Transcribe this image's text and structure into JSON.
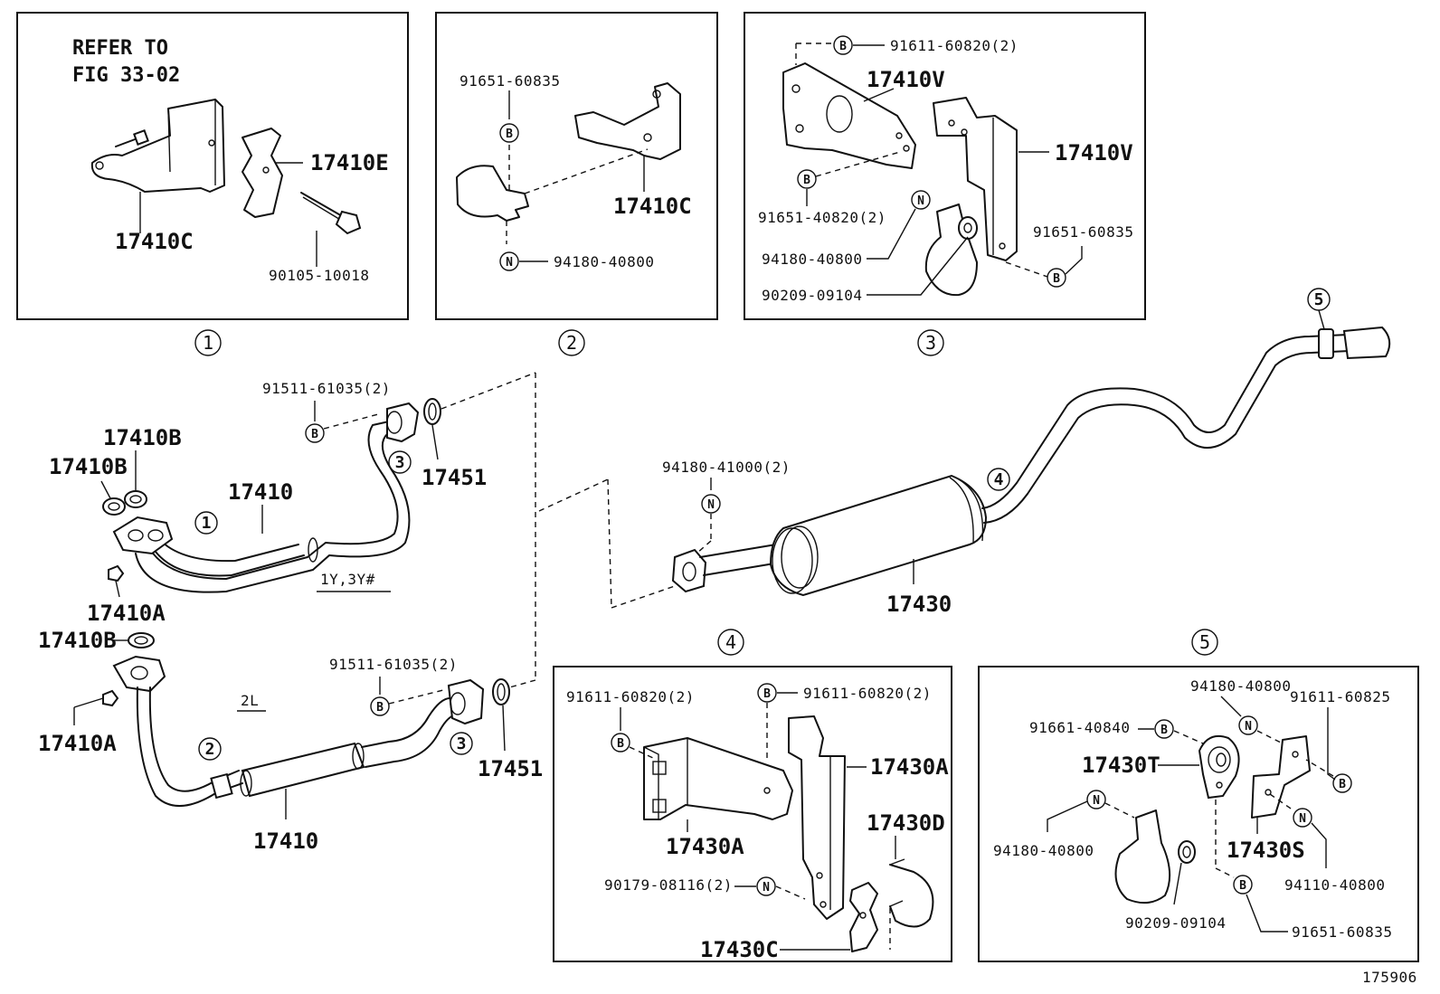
{
  "figure_id": "175906",
  "refer_note": [
    "REFER TO",
    "FIG 33-02"
  ],
  "callout_numbers": [
    "1",
    "2",
    "3",
    "4",
    "5"
  ],
  "engine_labels": {
    "variant_a": "1Y,3Y#",
    "variant_b": "2L"
  },
  "parts": {
    "p17410C": "17410C",
    "p17410E": "17410E",
    "p90105_10018": "90105-10018",
    "p91651_60835": "91651-60835",
    "p94180_40800": "94180-40800",
    "p91611_60820_2": "91611-60820(2)",
    "p17410V": "17410V",
    "p91651_40820_2": "91651-40820(2)",
    "p90209_09104": "90209-09104",
    "p91511_61035_2": "91511-61035(2)",
    "p17451": "17451",
    "p17410B": "17410B",
    "p17410": "17410",
    "p17410A": "17410A",
    "p94180_41000_2": "94180-41000(2)",
    "p17430": "17430",
    "p17430A": "17430A",
    "p17430D": "17430D",
    "p90179_08116_2": "90179-08116(2)",
    "p17430C": "17430C",
    "p91661_40840": "91661-40840",
    "p91611_60825": "91611-60825",
    "p17430T": "17430T",
    "p17430S": "17430S",
    "p94110_40800": "94110-40800"
  },
  "symbols": {
    "bolt": "B",
    "nut": "N"
  }
}
